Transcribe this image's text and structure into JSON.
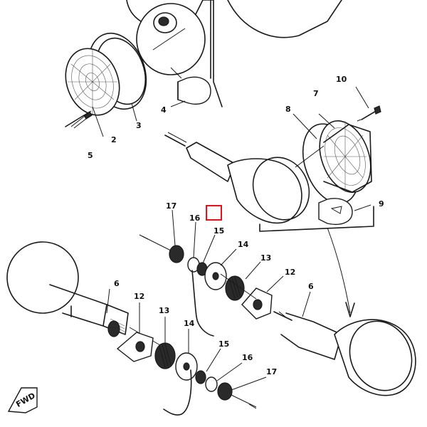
{
  "diagram": {
    "part_labels": [
      {
        "id": "label-2",
        "text": "2"
      },
      {
        "id": "label-3",
        "text": "3"
      },
      {
        "id": "label-4",
        "text": "4"
      },
      {
        "id": "label-5",
        "text": "5"
      },
      {
        "id": "label-6-left",
        "text": "6"
      },
      {
        "id": "label-6-right",
        "text": "6"
      },
      {
        "id": "label-7",
        "text": "7"
      },
      {
        "id": "label-8",
        "text": "8"
      },
      {
        "id": "label-9",
        "text": "9"
      },
      {
        "id": "label-10",
        "text": "10"
      },
      {
        "id": "label-12-left",
        "text": "12"
      },
      {
        "id": "label-12-right",
        "text": "12"
      },
      {
        "id": "label-13-left",
        "text": "13"
      },
      {
        "id": "label-13-right",
        "text": "13"
      },
      {
        "id": "label-14-upper",
        "text": "14"
      },
      {
        "id": "label-14-lower",
        "text": "14"
      },
      {
        "id": "label-15-upper",
        "text": "15"
      },
      {
        "id": "label-15-lower",
        "text": "15"
      },
      {
        "id": "label-16-upper",
        "text": "16"
      },
      {
        "id": "label-16-lower",
        "text": "16"
      },
      {
        "id": "label-17-upper",
        "text": "17"
      },
      {
        "id": "label-17-lower",
        "text": "17"
      }
    ],
    "fwd_mark": "FWD",
    "colors": {
      "line": "#1a1a1a",
      "marker": "#e8101a",
      "background": "#ffffff"
    }
  }
}
